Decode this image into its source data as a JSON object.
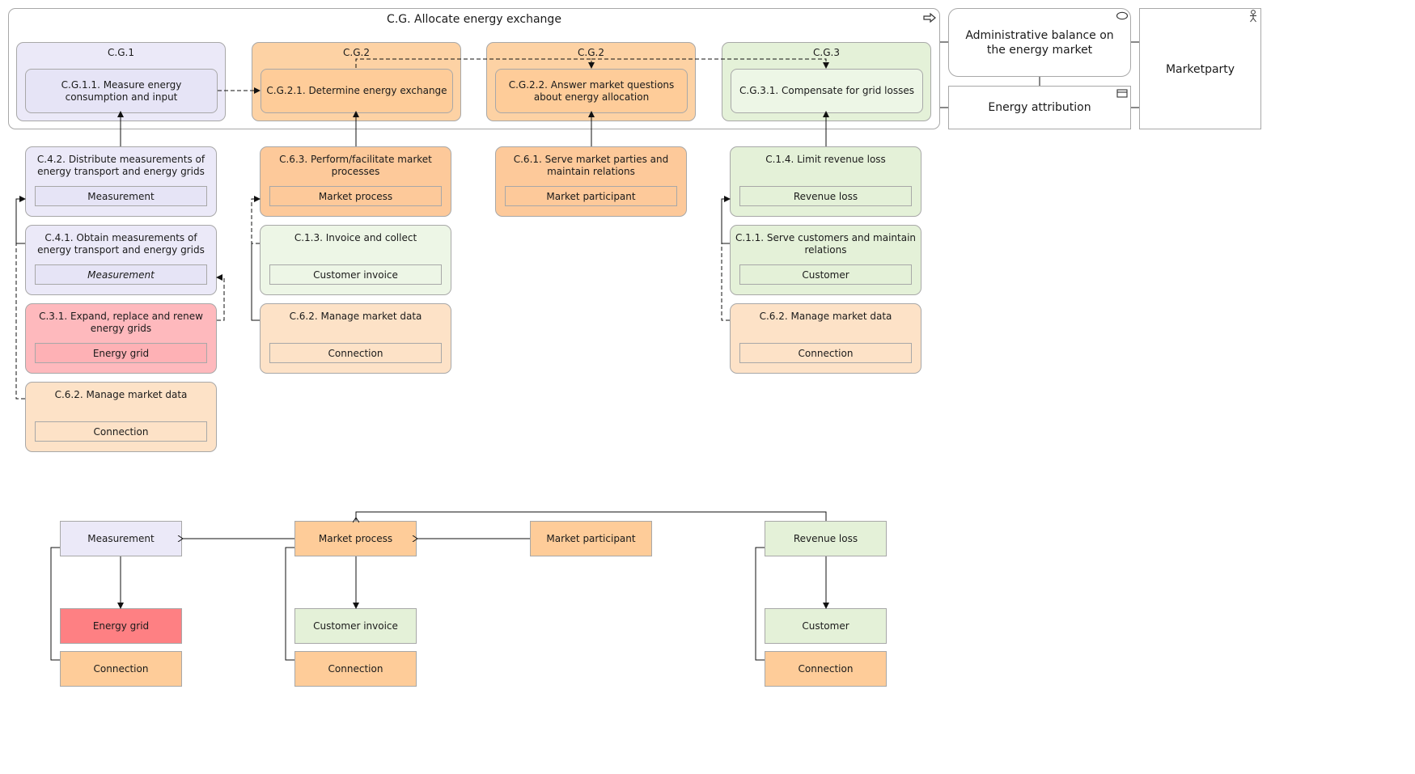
{
  "group": {
    "title": "C.G. Allocate energy exchange"
  },
  "functions": [
    {
      "header": "C.G.1",
      "inner": "C.G.1.1. Measure energy consumption and input"
    },
    {
      "header": "C.G.2",
      "inner": "C.G.2.1. Determine energy exchange"
    },
    {
      "header": "C.G.2",
      "inner": "C.G.2.2. Answer market questions about energy allocation"
    },
    {
      "header": "C.G.3",
      "inner": "C.G.3.1. Compensate for grid losses"
    }
  ],
  "side": {
    "service": "Administrative balance on the energy market",
    "object": "Energy attribution",
    "actor": "Marketparty"
  },
  "columns": [
    [
      {
        "title": "C.4.2. Distribute measurements of energy transport and energy grids",
        "label": "Measurement"
      },
      {
        "title": "C.4.1. Obtain measurements of energy transport and energy grids",
        "label": "Measurement"
      },
      {
        "title": "C.3.1. Expand, replace and renew energy grids",
        "label": "Energy grid"
      },
      {
        "title": "C.6.2. Manage market data",
        "label": "Connection"
      }
    ],
    [
      {
        "title": "C.6.3. Perform/facilitate market processes",
        "label": "Market process"
      },
      {
        "title": "C.1.3. Invoice and collect",
        "label": "Customer invoice"
      },
      {
        "title": "C.6.2. Manage market data",
        "label": "Connection"
      }
    ],
    [
      {
        "title": "C.6.1. Serve market parties and maintain relations",
        "label": "Market participant"
      }
    ],
    [
      {
        "title": "C.1.4. Limit revenue loss",
        "label": "Revenue loss"
      },
      {
        "title": "C.1.1. Serve customers and maintain relations",
        "label": "Customer"
      },
      {
        "title": "C.6.2. Manage market data",
        "label": "Connection"
      }
    ]
  ],
  "objects": {
    "measurement": "Measurement",
    "market_process": "Market process",
    "market_participant": "Market participant",
    "revenue_loss": "Revenue loss",
    "energy_grid": "Energy grid",
    "customer_invoice": "Customer invoice",
    "customer": "Customer",
    "connection_1": "Connection",
    "connection_2": "Connection",
    "connection_3": "Connection"
  },
  "icons": {
    "process": "arrow-right-icon",
    "service": "service-oval-icon",
    "object": "object-icon",
    "actor": "actor-icon"
  },
  "colors": {
    "blue": "#ebe9f8",
    "orange": "#fdd2a4",
    "orange_strong": "#fecc99",
    "green": "#e4f1d8",
    "red": "#feb9bd",
    "red_strong": "#fe8083"
  }
}
